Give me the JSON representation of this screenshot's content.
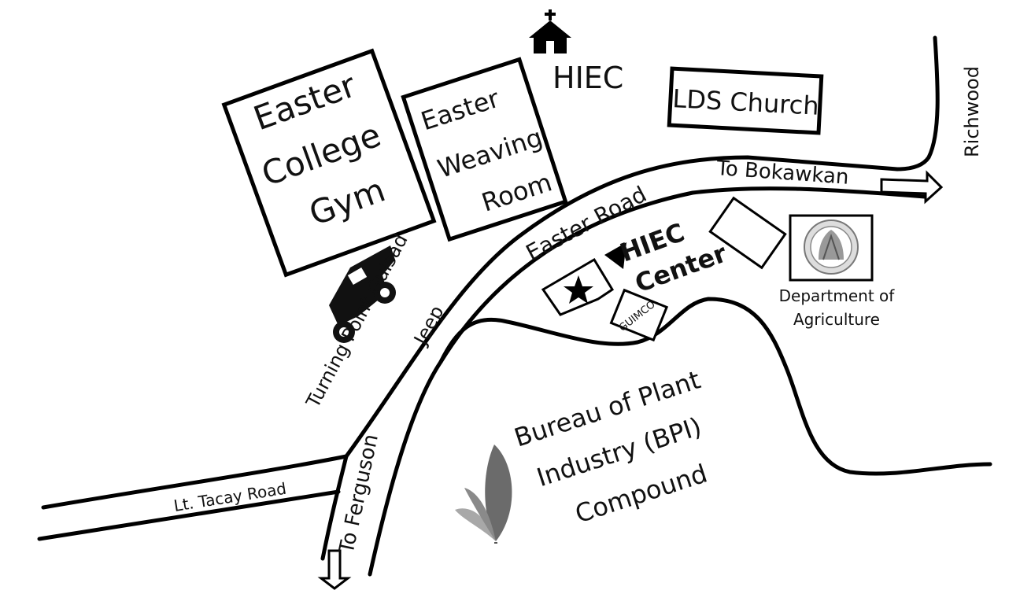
{
  "labels": {
    "easter_college_gym": [
      "Easter",
      "College",
      "Gym"
    ],
    "easter_weaving_room": [
      "Easter",
      "Weaving",
      "Room"
    ],
    "hiec_top": "HIEC",
    "lds_church": "LDS Church",
    "richwood": "Richwood",
    "to_bokawkan": "To Bokawkan",
    "easter_road": "Easter Road",
    "hiec_center": [
      "HIEC",
      "Center"
    ],
    "guimco": "GUIMCO",
    "department_of_agriculture": [
      "Department of",
      "Agriculture"
    ],
    "turning_point": "Turning Point Guisad",
    "jeep": "Jeep",
    "bpi": [
      "Bureau of Plant",
      "Industry (BPI)",
      "Compound"
    ],
    "lt_tacay_road": "Lt. Tacay Road",
    "to_ferguson": "To Ferguson"
  },
  "colors": {
    "ink": "#000000",
    "background": "#ffffff",
    "leaf_dark": "#6b6b6b",
    "leaf_light": "#a8a8a8"
  },
  "icons": {
    "church": "church-icon",
    "jeep": "jeep-icon",
    "star": "star-icon",
    "pointer": "triangle-pointer-icon",
    "seal": "agriculture-seal-icon",
    "leaf": "leaf-logo-icon"
  }
}
